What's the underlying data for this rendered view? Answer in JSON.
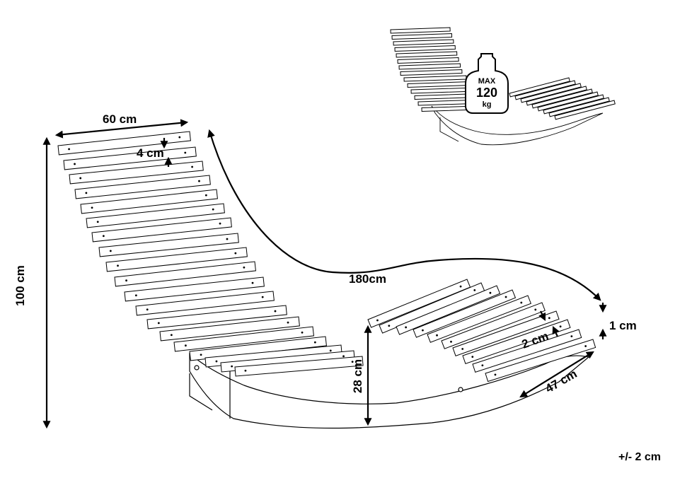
{
  "dimensions": {
    "width": "60 cm",
    "slat_gap": "4 cm",
    "height": "100 cm",
    "length": "180cm",
    "seat_height": "28 cm",
    "foot_gap": "2 cm",
    "slat_thickness": "1 cm",
    "foot_width": "47 cm"
  },
  "weight_label": {
    "top": "MAX",
    "value": "120",
    "unit": "kg"
  },
  "tolerance": "+/- 2 cm"
}
